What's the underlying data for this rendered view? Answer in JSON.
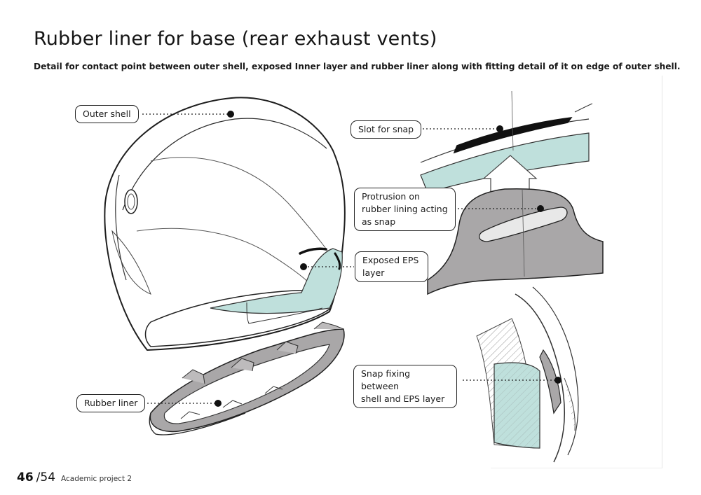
{
  "page": {
    "title": "Rubber liner for base (rear exhaust vents)",
    "subtitle": "Detail for contact point between outer shell, exposed Inner layer and rubber liner along with fitting detail of it on edge of outer shell."
  },
  "callouts": [
    {
      "id": "outer-shell",
      "text": "Outer shell"
    },
    {
      "id": "slot-for-snap",
      "text": "Slot for snap"
    },
    {
      "id": "protrusion",
      "lines": [
        "Protrusion on",
        "rubber lining acting",
        "as snap"
      ]
    },
    {
      "id": "exposed-eps",
      "lines": [
        "Exposed EPS",
        "layer"
      ]
    },
    {
      "id": "snap-fixing",
      "lines": [
        "Snap fixing between",
        "shell and EPS layer"
      ]
    },
    {
      "id": "rubber-liner",
      "text": "Rubber liner"
    }
  ],
  "colors": {
    "eps_teal": "#bfe0dc",
    "rubber_gray": "#a9a7a8",
    "line_dark": "#1c1c1c"
  },
  "footer": {
    "page_number": "46",
    "page_total": "/54",
    "project": "Academic project 2"
  }
}
